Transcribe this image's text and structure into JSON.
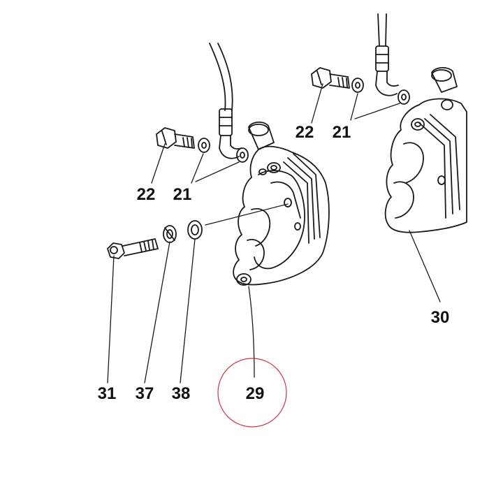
{
  "diagram": {
    "callouts": {
      "p22_left": "22",
      "p21_left": "21",
      "p22_right": "22",
      "p21_right": "21",
      "p31": "31",
      "p37": "37",
      "p38": "38",
      "p29": "29",
      "p30": "30"
    },
    "highlight_color": "#cc3344",
    "line_color": "#1a1a1a"
  }
}
